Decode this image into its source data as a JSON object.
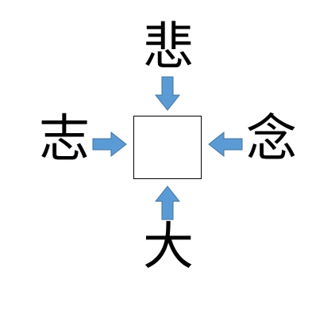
{
  "diagram": {
    "top_char": "悲",
    "left_char": "志",
    "right_char": "念",
    "bottom_char": "大",
    "center_value": "",
    "arrow_color": "#5B9BD5",
    "arrow_outline_color": "#41719C"
  }
}
